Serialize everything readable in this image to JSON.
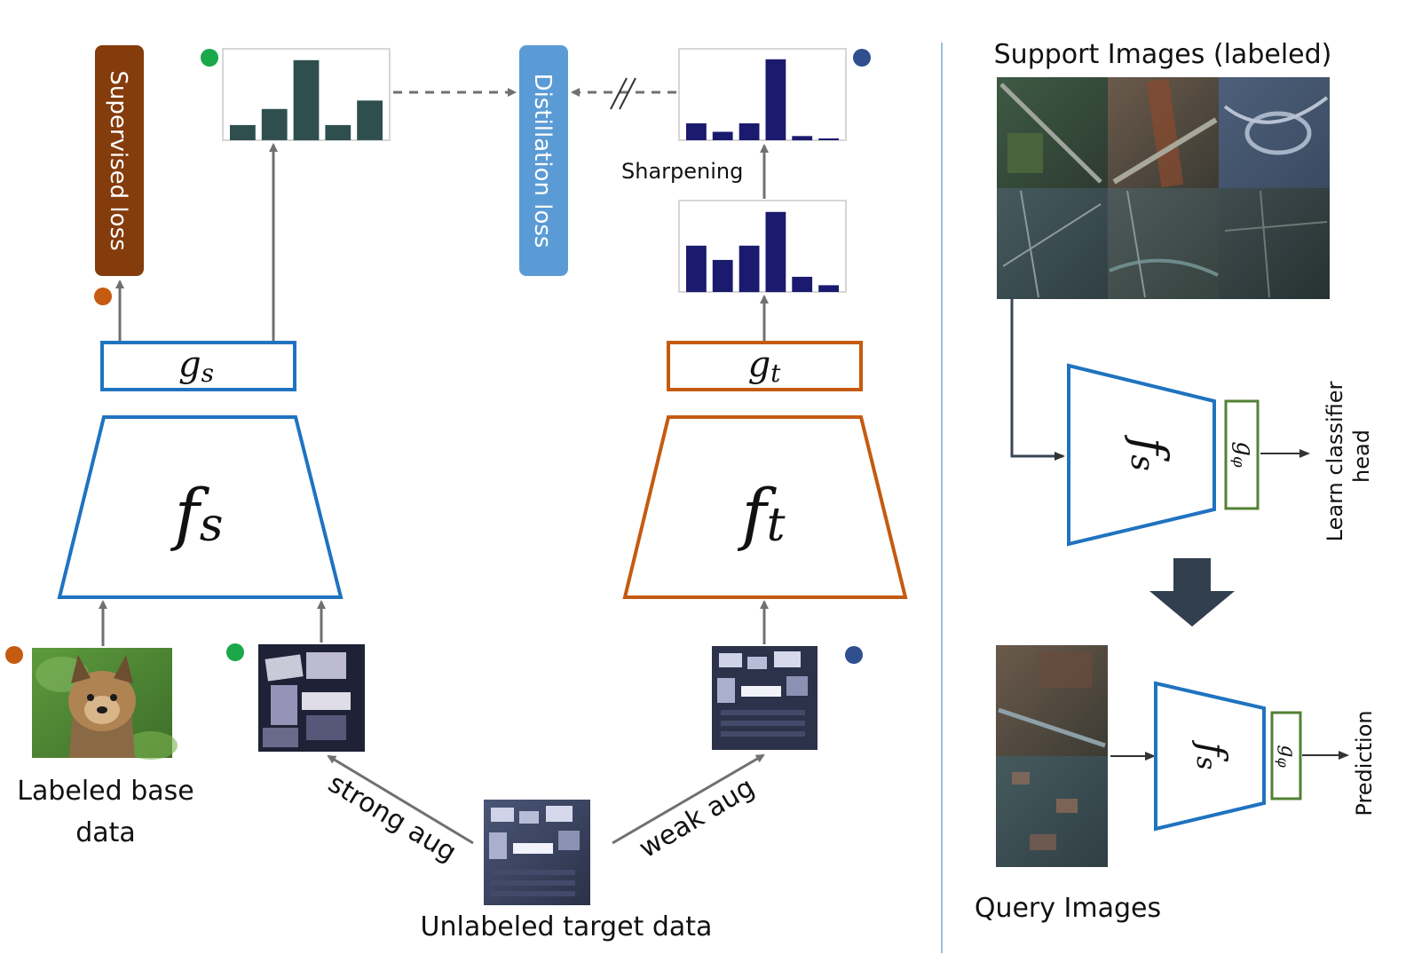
{
  "labels": {
    "supervised_loss": "Supervised loss",
    "distillation_loss": "Distillation loss",
    "sharpening": "Sharpening",
    "labeled_base_line1": "Labeled base",
    "labeled_base_line2": "data",
    "strong_aug": "strong aug",
    "weak_aug": "weak aug",
    "unlabeled_target": "Unlabeled target data",
    "support_images": "Support Images (labeled)",
    "query_images": "Query Images",
    "learn_classifier_line1": "Learn classifier",
    "learn_classifier_line2": "head",
    "prediction": "Prediction"
  },
  "math": {
    "g_s": "g",
    "g_s_sub": "s",
    "g_t": "g",
    "g_t_sub": "t",
    "f_s": "f",
    "f_s_sub": "s",
    "f_t": "f",
    "f_t_sub": "t",
    "g_phi": "g",
    "g_phi_sub": "φ"
  },
  "colors": {
    "student_blue": "#1f73c0",
    "teacher_orange": "#c55a11",
    "supervised_loss_fill": "#843c0c",
    "distillation_loss_fill": "#5b9bd5",
    "student_hist_bars": "#2f4f4f",
    "teacher_hist_bars": "#1a1a6e",
    "head_green": "#538135",
    "dot_orange": "#c55a11",
    "dot_green": "#1aa84a",
    "dot_blue": "#2f4f8f",
    "arrow_gray": "#707070",
    "divider": "#7fa7c9",
    "big_arrow": "#323f4f"
  },
  "histograms": {
    "student_output": [
      0.18,
      0.37,
      0.95,
      0.18,
      0.47
    ],
    "teacher_raw": [
      0.55,
      0.38,
      0.55,
      0.95,
      0.18,
      0.08
    ],
    "teacher_sharpened": [
      0.2,
      0.1,
      0.2,
      0.96,
      0.05,
      0.02
    ]
  }
}
